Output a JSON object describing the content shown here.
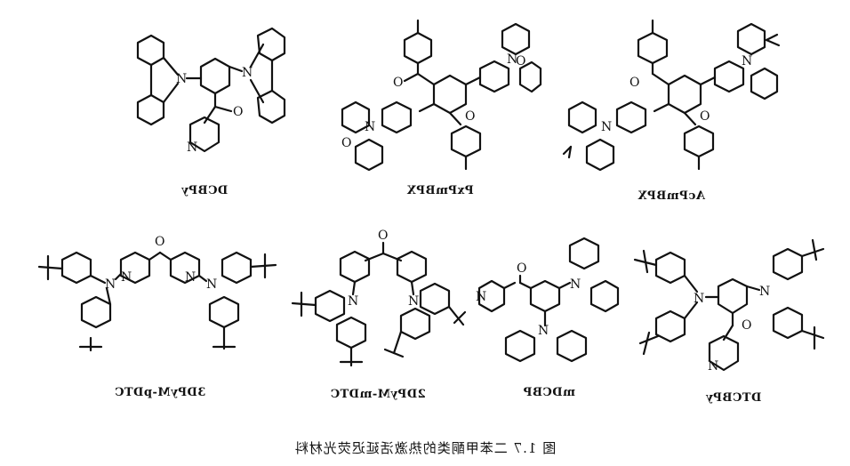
{
  "figure": {
    "caption": "图 1.7 二苯甲酮类的热激活延迟荧光材料",
    "molecules": [
      {
        "label": "DCBPy"
      },
      {
        "label": "PxPmBPX"
      },
      {
        "label": "AcPmBPX"
      },
      {
        "label": "3DPyM-pDTC"
      },
      {
        "label": "2DPyM-mDTC"
      },
      {
        "label": "mDCBP"
      },
      {
        "label": "DTCBPy"
      }
    ]
  }
}
